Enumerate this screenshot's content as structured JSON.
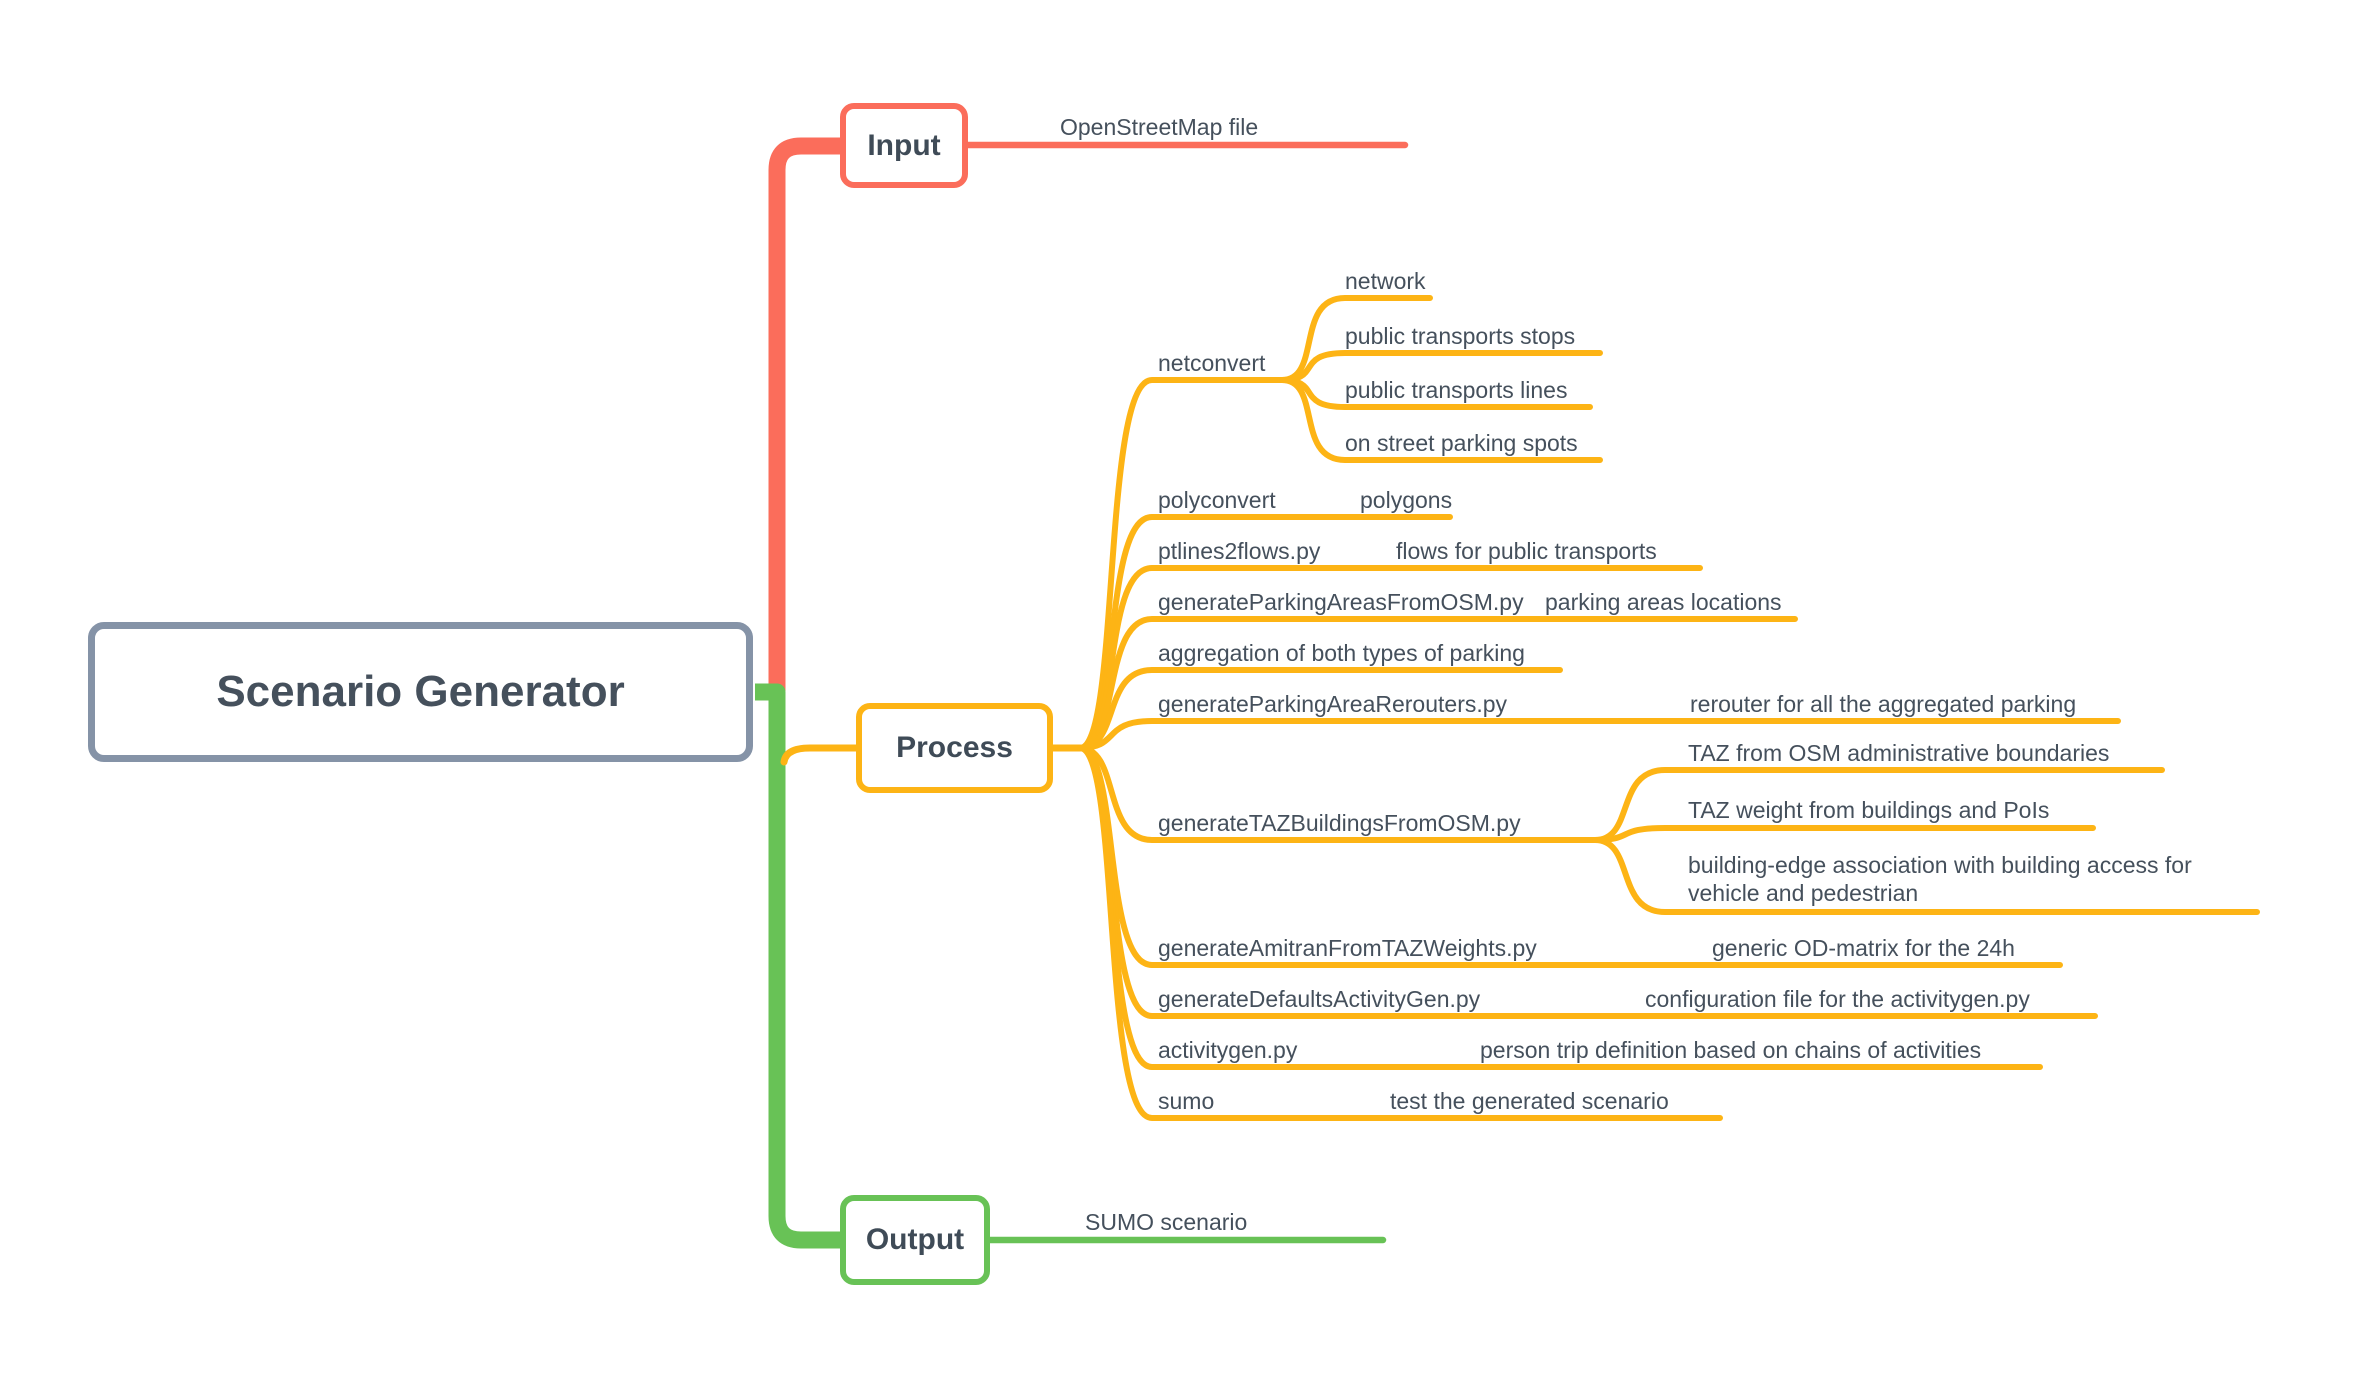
{
  "root": {
    "label": "Scenario Generator"
  },
  "input": {
    "label": "Input",
    "leaf": "OpenStreetMap file"
  },
  "process": {
    "label": "Process",
    "rows": [
      {
        "node": "netconvert",
        "leaves": [
          "network",
          "public transports stops",
          "public transports lines",
          "on street parking spots"
        ]
      },
      {
        "node": "polyconvert",
        "leaves": [
          "polygons"
        ]
      },
      {
        "node": "ptlines2flows.py",
        "leaves": [
          "flows for public transports"
        ]
      },
      {
        "node": "generateParkingAreasFromOSM.py",
        "leaves": [
          "parking areas locations"
        ]
      },
      {
        "node": "aggregation of both types of parking",
        "leaves": []
      },
      {
        "node": "generateParkingAreaRerouters.py",
        "leaves": [
          "rerouter for all the aggregated parking"
        ]
      },
      {
        "node": "generateTAZBuildingsFromOSM.py",
        "leaves": [
          "TAZ from OSM administrative boundaries",
          "TAZ weight from buildings and PoIs",
          "building-edge association with building access for vehicle and pedestrian"
        ]
      },
      {
        "node": "generateAmitranFromTAZWeights.py",
        "leaves": [
          "generic OD-matrix for the 24h"
        ]
      },
      {
        "node": "generateDefaultsActivityGen.py",
        "leaves": [
          "configuration file for the activitygen.py"
        ]
      },
      {
        "node": "activitygen.py",
        "leaves": [
          "person trip definition based on chains of activities"
        ]
      },
      {
        "node": "sumo",
        "leaves": [
          "test the generated scenario"
        ]
      }
    ]
  },
  "output": {
    "label": "Output",
    "leaf": "SUMO scenario"
  },
  "colors": {
    "red": "#fb6d5b",
    "orange": "#fdb415",
    "green": "#68c256",
    "gray": "#8593a7",
    "text": "#45505c"
  }
}
